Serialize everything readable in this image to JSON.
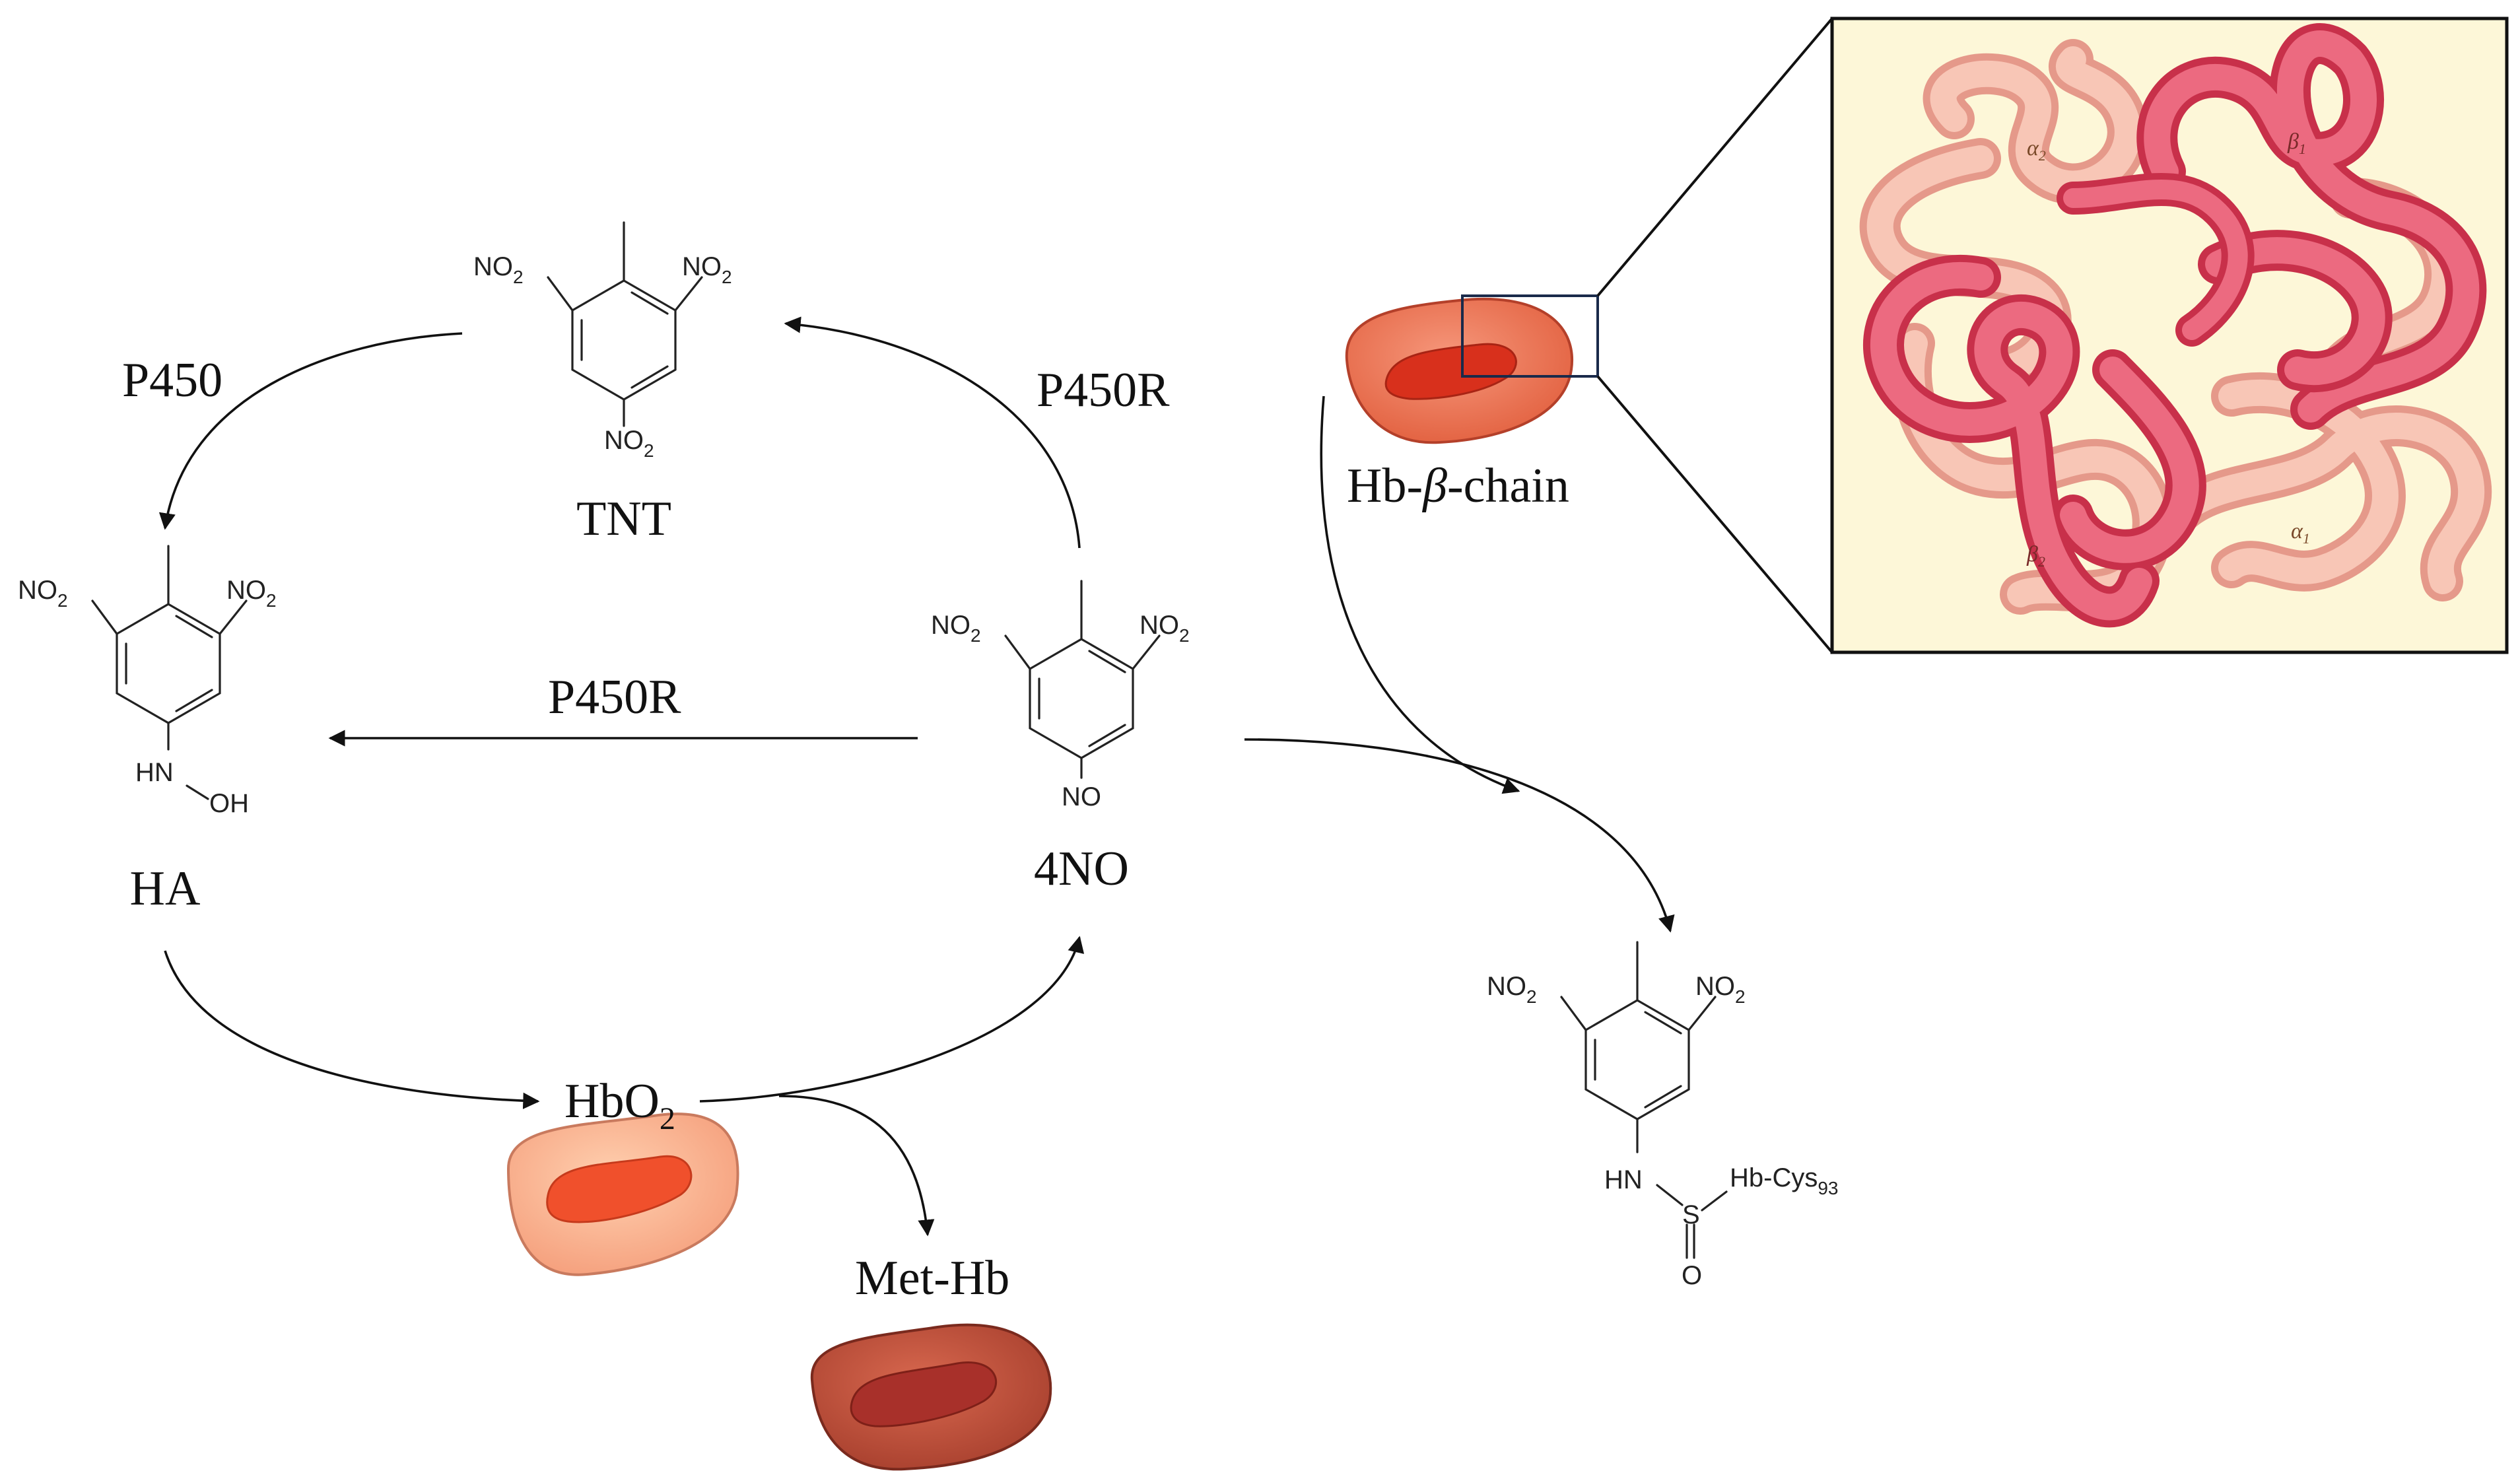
{
  "compounds": {
    "tnt": {
      "label": "TNT",
      "groups": {
        "left": "NO",
        "left_sub": "2",
        "right": "NO",
        "right_sub": "2",
        "bottom": "NO",
        "bottom_sub": "2"
      }
    },
    "ha": {
      "label": "HA",
      "groups": {
        "left": "NO",
        "left_sub": "2",
        "right": "NO",
        "right_sub": "2",
        "hn": "HN",
        "oh": "OH"
      }
    },
    "no4": {
      "label": "4NO",
      "groups": {
        "left": "NO",
        "left_sub": "2",
        "right": "NO",
        "right_sub": "2",
        "bottom": "NO"
      }
    },
    "adduct": {
      "groups": {
        "left": "NO",
        "left_sub": "2",
        "right": "NO",
        "right_sub": "2",
        "hn": "HN",
        "s": "S",
        "o": "O",
        "cys": "Hb-Cys",
        "cys_sub": "93"
      }
    }
  },
  "enzymes": {
    "p450": "P450",
    "p450r_top": "P450R",
    "p450r_mid": "P450R"
  },
  "hemoglobin": {
    "hbo2": "HbO",
    "hbo2_sub": "2",
    "methb": "Met-Hb",
    "beta_chain_prefix": "Hb-",
    "beta_chain_greek": "β",
    "beta_chain_suffix": "-chain"
  },
  "protein_inset": {
    "subunits": {
      "a2": "α",
      "a2_sub": "2",
      "b1": "β",
      "b1_sub": "1",
      "b2": "β",
      "b2_sub": "2",
      "a1": "α",
      "a1_sub": "1"
    },
    "colors": {
      "background": "#fdf7d8",
      "alpha": "#f4b4a4",
      "beta": "#d8405a"
    }
  },
  "colors": {
    "hbo2_cell": "#f9b48e",
    "hbo2_core": "#f0502c",
    "methb_cell": "#c0503e",
    "methb_core": "#a02c22",
    "beta_cell": "#ef7a60",
    "beta_core": "#e03a22"
  }
}
